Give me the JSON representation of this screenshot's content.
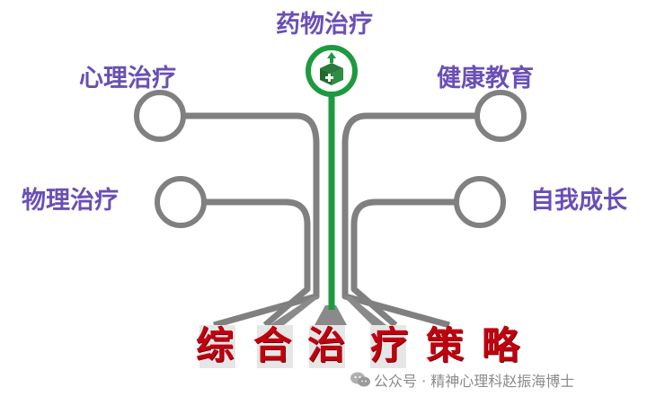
{
  "diagram": {
    "center_branch": "药物治疗",
    "left_branches": [
      "心理治疗",
      "物理治疗"
    ],
    "right_branches": [
      "健康教育",
      "自我成长"
    ],
    "strategy_chars": [
      "综",
      "合",
      "治",
      "疗",
      "策",
      "略"
    ],
    "center_icon": "medicine-box-icon"
  },
  "watermark": {
    "text": "公众号 · 精神心理科赵振海博士",
    "icon": "wechat-icon"
  },
  "colors": {
    "label": "#6a4fb6",
    "line": "#808080",
    "center_line": "#1d9a3f",
    "strategy_text": "#c0000f"
  }
}
